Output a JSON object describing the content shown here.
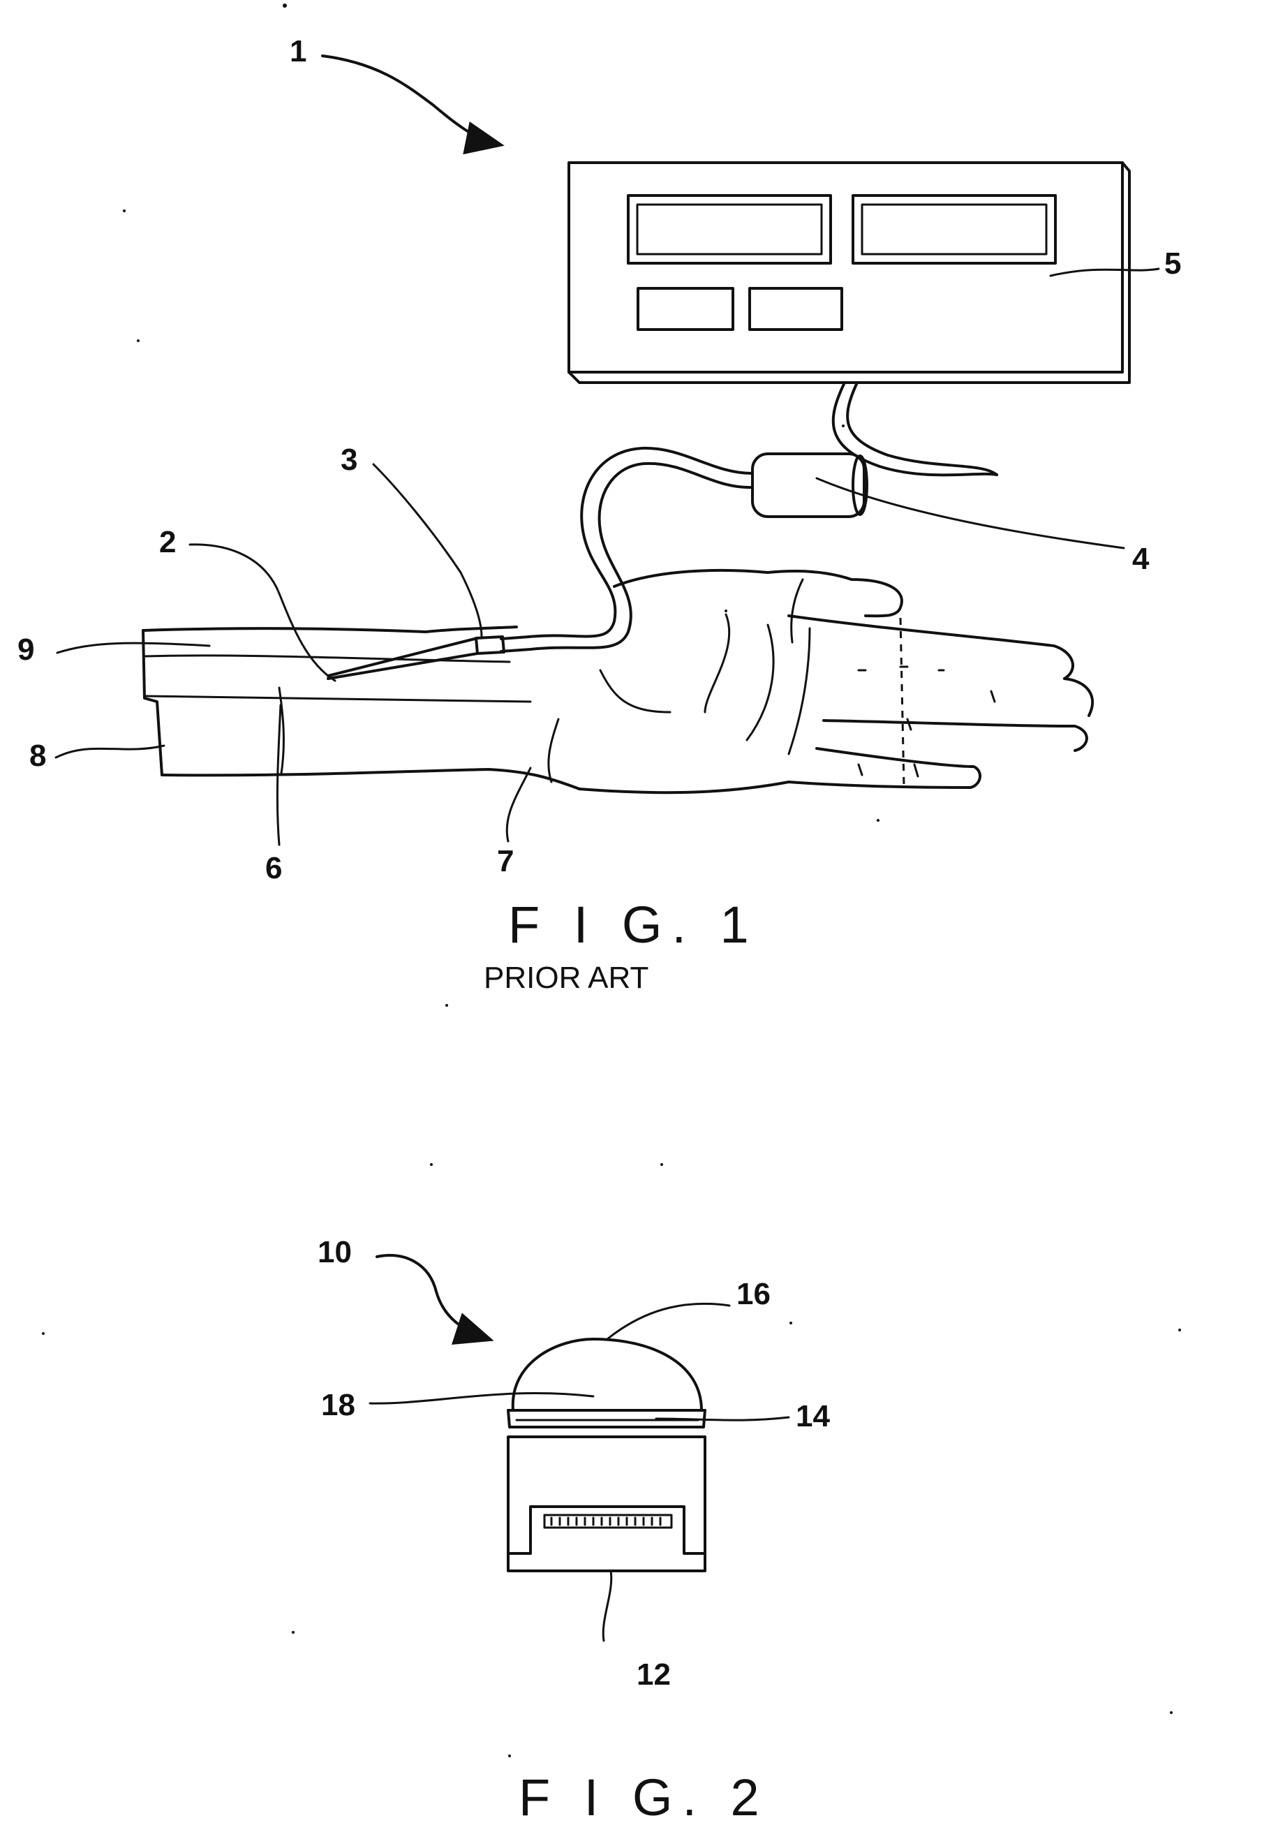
{
  "figure1": {
    "caption": "F I G. 1",
    "subcaption": "PRIOR ART",
    "labels": {
      "n1": "1",
      "n2": "2",
      "n3": "3",
      "n4": "4",
      "n5": "5",
      "n6": "6",
      "n7": "7",
      "n8": "8",
      "n9": "9"
    }
  },
  "figure2": {
    "caption": "F I G. 2",
    "labels": {
      "n10": "10",
      "n12": "12",
      "n14": "14",
      "n16": "16",
      "n18": "18"
    }
  }
}
